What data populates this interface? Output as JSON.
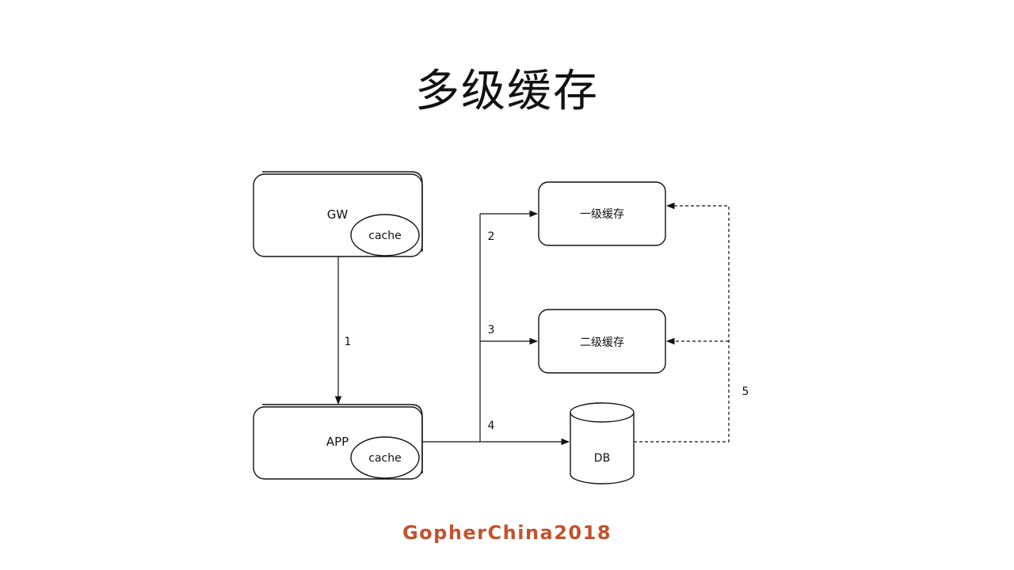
{
  "title": "多级缓存",
  "footer": {
    "text": "GopherChina2018",
    "color": "#c2522e"
  },
  "diagram": {
    "nodes": {
      "gw": {
        "label": "GW",
        "cache_label": "cache"
      },
      "app": {
        "label": "APP",
        "cache_label": "cache"
      },
      "l1": {
        "label": "一级缓存"
      },
      "l2": {
        "label": "二级缓存"
      },
      "db": {
        "label": "DB"
      }
    },
    "edges": {
      "e1": "1",
      "e2": "2",
      "e3": "3",
      "e4": "4",
      "e5": "5"
    }
  }
}
